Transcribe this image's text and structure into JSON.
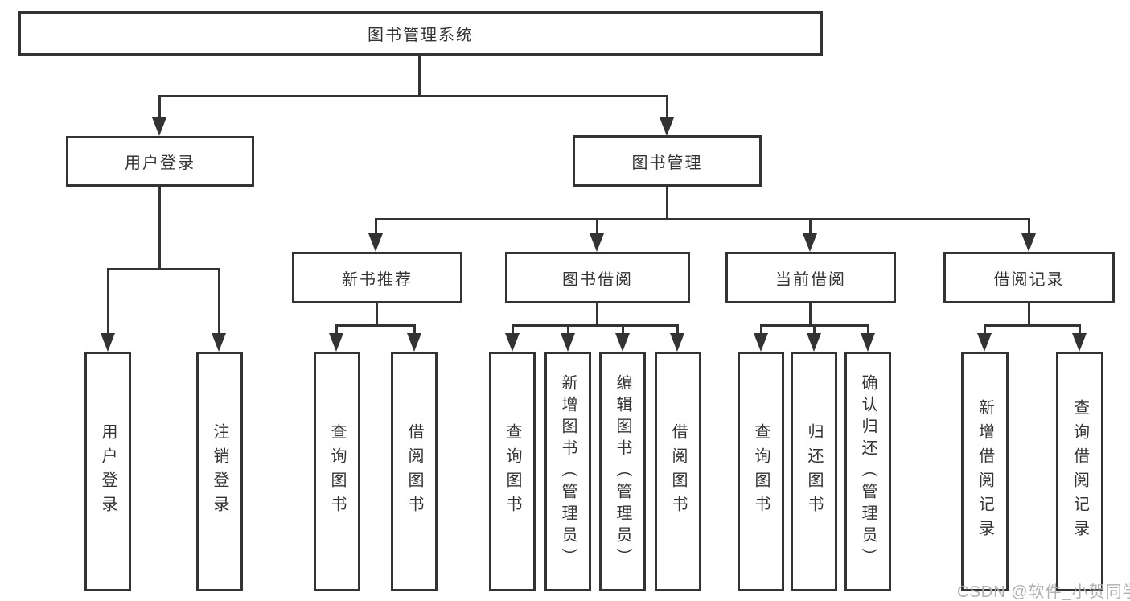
{
  "tree": {
    "root": {
      "label": "图书管理系统"
    },
    "level2": [
      {
        "label": "用户登录"
      },
      {
        "label": "图书管理"
      }
    ],
    "level3": [
      {
        "label": "新书推荐",
        "parent": "图书管理"
      },
      {
        "label": "图书借阅",
        "parent": "图书管理"
      },
      {
        "label": "当前借阅",
        "parent": "图书管理"
      },
      {
        "label": "借阅记录",
        "parent": "图书管理"
      }
    ],
    "leaves": [
      {
        "label": "用户登录",
        "parent": "用户登录"
      },
      {
        "label": "注销登录",
        "parent": "用户登录"
      },
      {
        "label": "查询图书",
        "parent": "新书推荐"
      },
      {
        "label": "借阅图书",
        "parent": "新书推荐"
      },
      {
        "label": "查询图书",
        "parent": "图书借阅"
      },
      {
        "label": "新增图书（管理员）",
        "parent": "图书借阅"
      },
      {
        "label": "编辑图书（管理员）",
        "parent": "图书借阅"
      },
      {
        "label": "借阅图书",
        "parent": "图书借阅"
      },
      {
        "label": "查询图书",
        "parent": "当前借阅"
      },
      {
        "label": "归还图书",
        "parent": "当前借阅"
      },
      {
        "label": "确认归还（管理员）",
        "parent": "当前借阅"
      },
      {
        "label": "新增借阅记录",
        "parent": "借阅记录"
      },
      {
        "label": "查询借阅记录",
        "parent": "借阅记录"
      }
    ]
  },
  "watermark": {
    "text": "CSDN @软件_小贺同学"
  },
  "colors": {
    "line": "#333333",
    "text": "#333333",
    "watermark": "#b0b0b0",
    "background": "#ffffff"
  }
}
